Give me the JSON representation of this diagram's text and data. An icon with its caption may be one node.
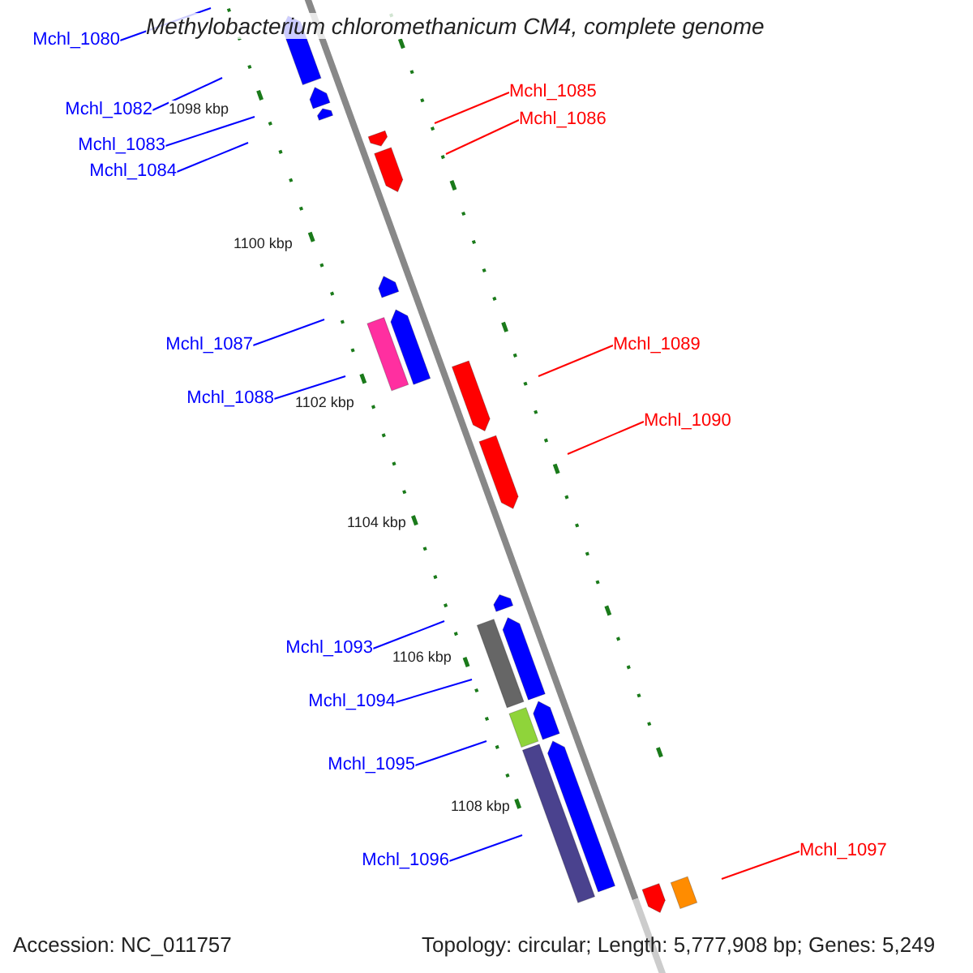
{
  "diagram": {
    "title": "Methylobacterium chloromethanicum CM4, complete genome",
    "nodes": [
      {
        "text": [
          "Mchl_1080"
        ]
      },
      {
        "text": [
          "Mchl_1082"
        ]
      },
      {
        "text": [
          "Mchl_1083"
        ]
      },
      {
        "text": [
          "Mchl_1084"
        ]
      },
      {
        "text": [
          "Mchl_1085"
        ]
      },
      {
        "text": [
          "Mchl_1086"
        ]
      },
      {
        "text": [
          "Mchl_1087"
        ]
      },
      {
        "text": [
          "Mchl_1088"
        ]
      },
      {
        "text": [
          "Mchl_1089"
        ]
      },
      {
        "text": [
          "Mchl_1090"
        ]
      },
      {
        "text": [
          "Mchl_1093"
        ]
      },
      {
        "text": [
          "Mchl_1094"
        ]
      },
      {
        "text": [
          "Mchl_1095"
        ]
      },
      {
        "text": [
          "Mchl_1096"
        ]
      },
      {
        "text": [
          "Mchl_1097"
        ]
      }
    ],
    "edges": [
      {
        "from": 0,
        "to": null,
        "arrow": "none"
      },
      {
        "from": 1,
        "to": null,
        "arrow": "none"
      },
      {
        "from": 2,
        "to": null,
        "arrow": "none"
      },
      {
        "from": 3,
        "to": null,
        "arrow": "none"
      },
      {
        "from": 4,
        "to": null,
        "arrow": "none",
        "color": "#ff0000"
      },
      {
        "from": 5,
        "to": null,
        "arrow": "none",
        "color": "#ff0000"
      },
      {
        "from": 6,
        "to": null,
        "arrow": "none"
      },
      {
        "from": 7,
        "to": null,
        "arrow": "none"
      },
      {
        "from": 8,
        "to": null,
        "arrow": "none",
        "color": "#ff0000"
      },
      {
        "from": 9,
        "to": null,
        "arrow": "none",
        "color": "#ff0000"
      },
      {
        "from": 10,
        "to": null,
        "arrow": "none"
      },
      {
        "from": 11,
        "to": null,
        "arrow": "none"
      },
      {
        "from": 12,
        "to": null,
        "arrow": "none"
      },
      {
        "from": 13,
        "to": null,
        "arrow": "none"
      },
      {
        "from": 14,
        "to": null,
        "arrow": "none",
        "color": "#ff0000"
      }
    ],
    "labels": [
      "1098 kbp",
      "1100 kbp",
      "1102 kbp",
      "1104 kbp",
      "1106 kbp",
      "1108 kbp",
      "Accession: NC_011757",
      "Topology: circular; Length: 5,777,908 bp; Genes: 5,249"
    ]
  }
}
